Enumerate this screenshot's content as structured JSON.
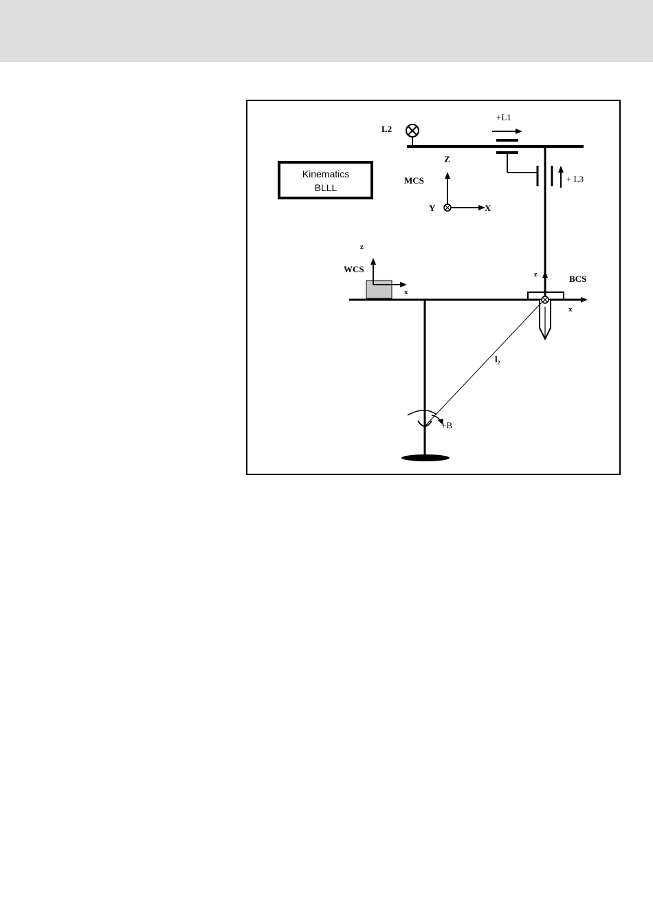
{
  "kinematics_box": {
    "line1": "Kinematics",
    "line2": "BLLL"
  },
  "labels": {
    "l2": "L2",
    "plus_l1": "+L1",
    "plus_l3": "+ L3",
    "mcs": "MCS",
    "mcs_z": "Z",
    "mcs_y": "Y",
    "mcs_x": "X",
    "wcs": "WCS",
    "wcs_z": "z",
    "wcs_x": "x",
    "bcs": "BCS",
    "bcs_z": "z",
    "bcs_x": "x",
    "arm_length": "l",
    "arm_length_sub": "2",
    "plus_b": "+B"
  },
  "colors": {
    "header_band": "#dcdcdc",
    "workpiece": "#c8c8c8",
    "line": "#000000"
  }
}
